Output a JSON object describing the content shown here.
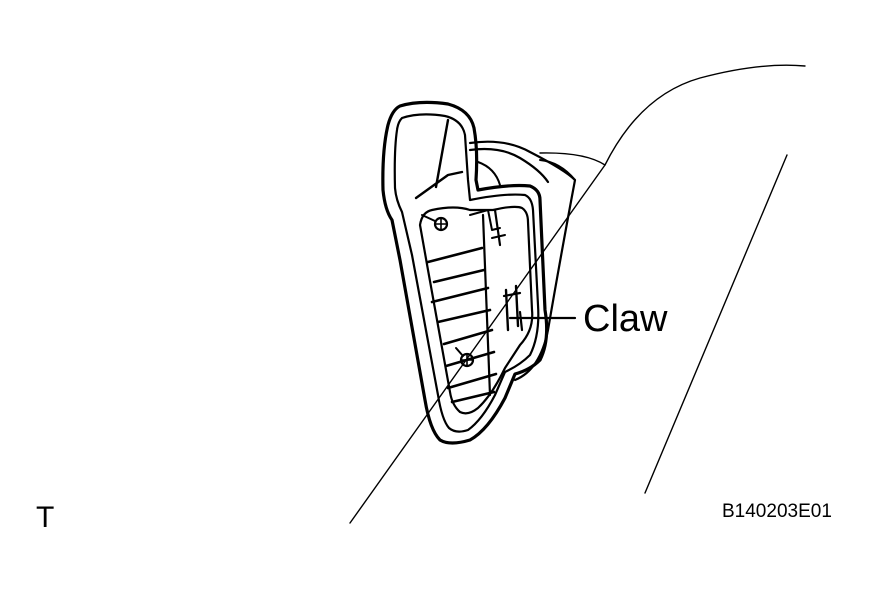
{
  "figure": {
    "callout_label": "Claw",
    "corner_mark": "T",
    "figure_code": "B140203E01"
  },
  "drawing": {
    "subject": "trim cover with claw fitting",
    "icons": [
      "claw-callout-line",
      "screw-clip-upper",
      "screw-clip-lower"
    ],
    "stroke_color": "#000000",
    "background_color": "#ffffff"
  }
}
